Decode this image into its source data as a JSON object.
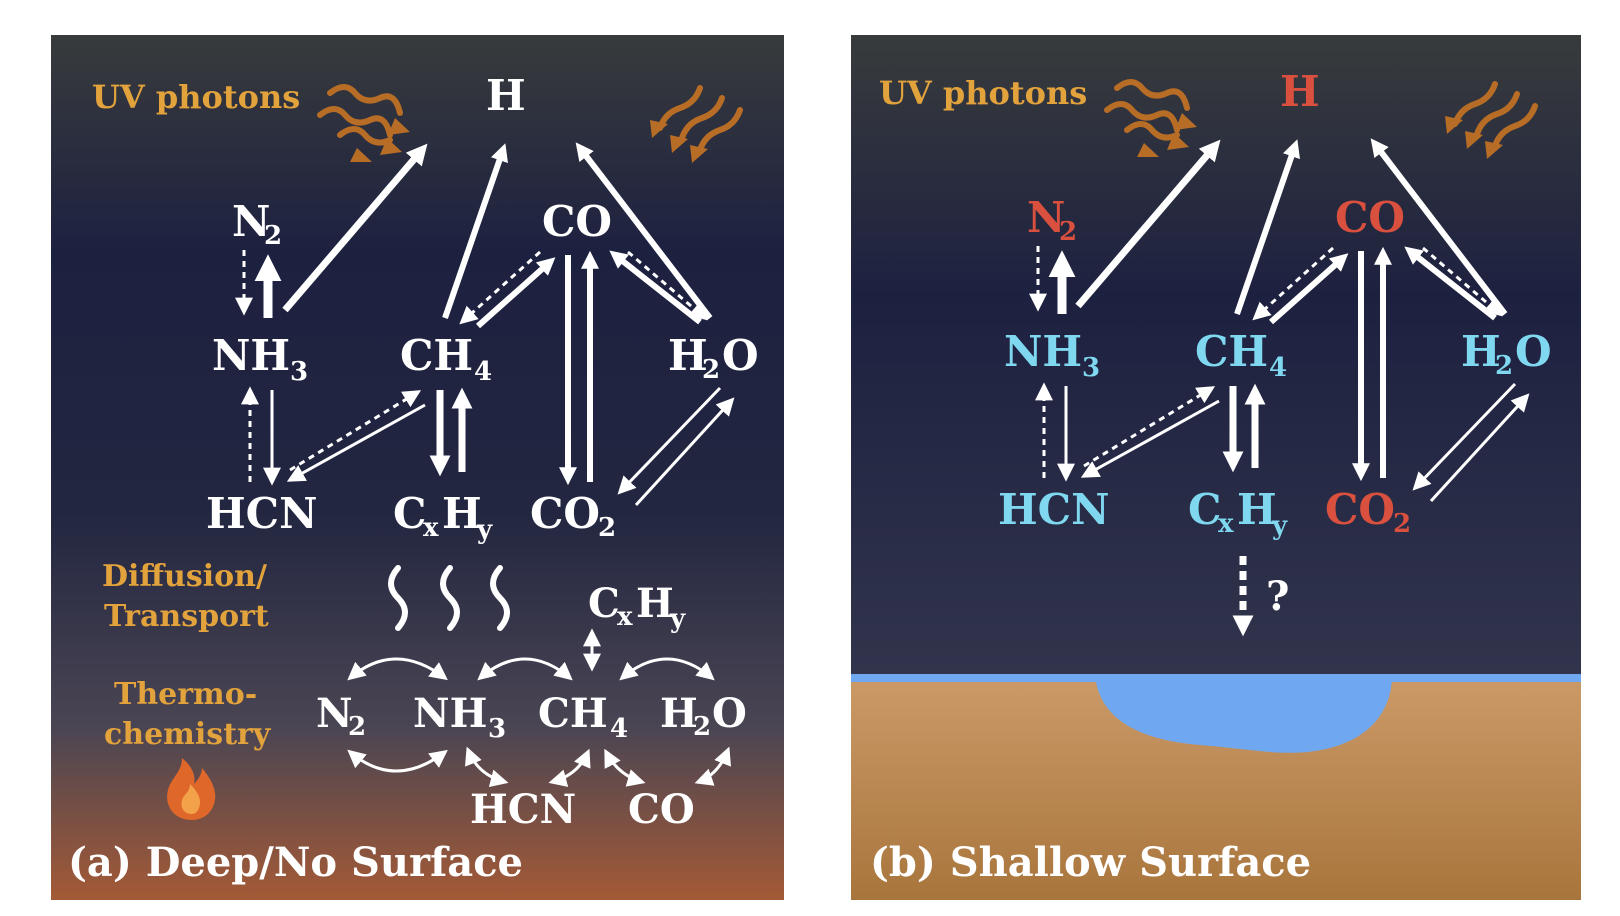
{
  "colors": {
    "bg_top": "#363a3d",
    "bg_mid": "#1d2140",
    "bg_bottom_a": "#a45a36",
    "ground": "#c99663",
    "water": "#6fa8f0",
    "label_orange": "#e2a23c",
    "red_species": "#d9503e",
    "cyan_species": "#7fd8ef",
    "white": "#ffffff"
  },
  "panel_a": {
    "caption": "(a) Deep/No Surface",
    "uv_label": "UV photons",
    "diffusion_label_1": "Diffusion/",
    "diffusion_label_2": "Transport",
    "thermo_label_1": "Thermo-",
    "thermo_label_2": "chemistry",
    "H": "H",
    "N": "N",
    "NH": "NH",
    "CH": "CH",
    "CO": "CO",
    "HO_H": "H",
    "HO_O": "O",
    "HCN": "HCN",
    "C": "C",
    "Hy": "H",
    "CO2": "CO",
    "thermo_N": "N",
    "thermo_NH": "NH",
    "thermo_CH": "CH",
    "thermo_H": "H",
    "thermo_O": "O",
    "thermo_C": "C",
    "thermo_Hy": "H",
    "thermo_HCN": "HCN",
    "thermo_CO": "CO",
    "sub2": "2",
    "sub3": "3",
    "sub4": "4",
    "subx": "x",
    "suby": "y"
  },
  "panel_b": {
    "caption": "(b) Shallow Surface",
    "uv_label": "UV photons",
    "H": "H",
    "N": "N",
    "NH": "NH",
    "CH": "CH",
    "CO": "CO",
    "HO_H": "H",
    "HO_O": "O",
    "HCN": "HCN",
    "C": "C",
    "Hy": "H",
    "CO2": "CO",
    "question": "?",
    "sub2": "2",
    "sub3": "3",
    "sub4": "4",
    "subx": "x",
    "suby": "y"
  },
  "icons": {
    "uv_wave": "wavy-arrow-icon",
    "diffusion": "wavy-line-icon",
    "flame": "flame-icon"
  }
}
